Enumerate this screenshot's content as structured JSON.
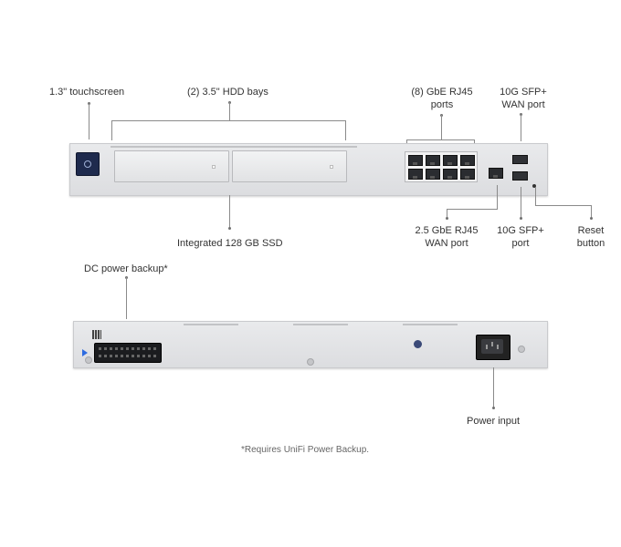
{
  "labels": {
    "touchscreen": "1.3\" touchscreen",
    "hdd_bays": "(2) 3.5\" HDD bays",
    "rj45_ports_line1": "(8) GbE RJ45",
    "rj45_ports_line2": "ports",
    "sfp_wan_line1": "10G SFP+",
    "sfp_wan_line2": "WAN port",
    "ssd": "Integrated 128 GB SSD",
    "wan_rj45_line1": "2.5 GbE RJ45",
    "wan_rj45_line2": "WAN port",
    "sfp_port_line1": "10G SFP+",
    "sfp_port_line2": "port",
    "reset_line1": "Reset",
    "reset_line2": "button",
    "dc_backup": "DC power backup*",
    "power_input": "Power input"
  },
  "footnote": "*Requires UniFi Power Backup.",
  "colors": {
    "chassis": "#e0e1e4",
    "touchscreen": "#1e2a4d",
    "ports": "#2a2c30",
    "leader_line": "#8a8a8a",
    "status_arrow": "#2d6be0"
  }
}
